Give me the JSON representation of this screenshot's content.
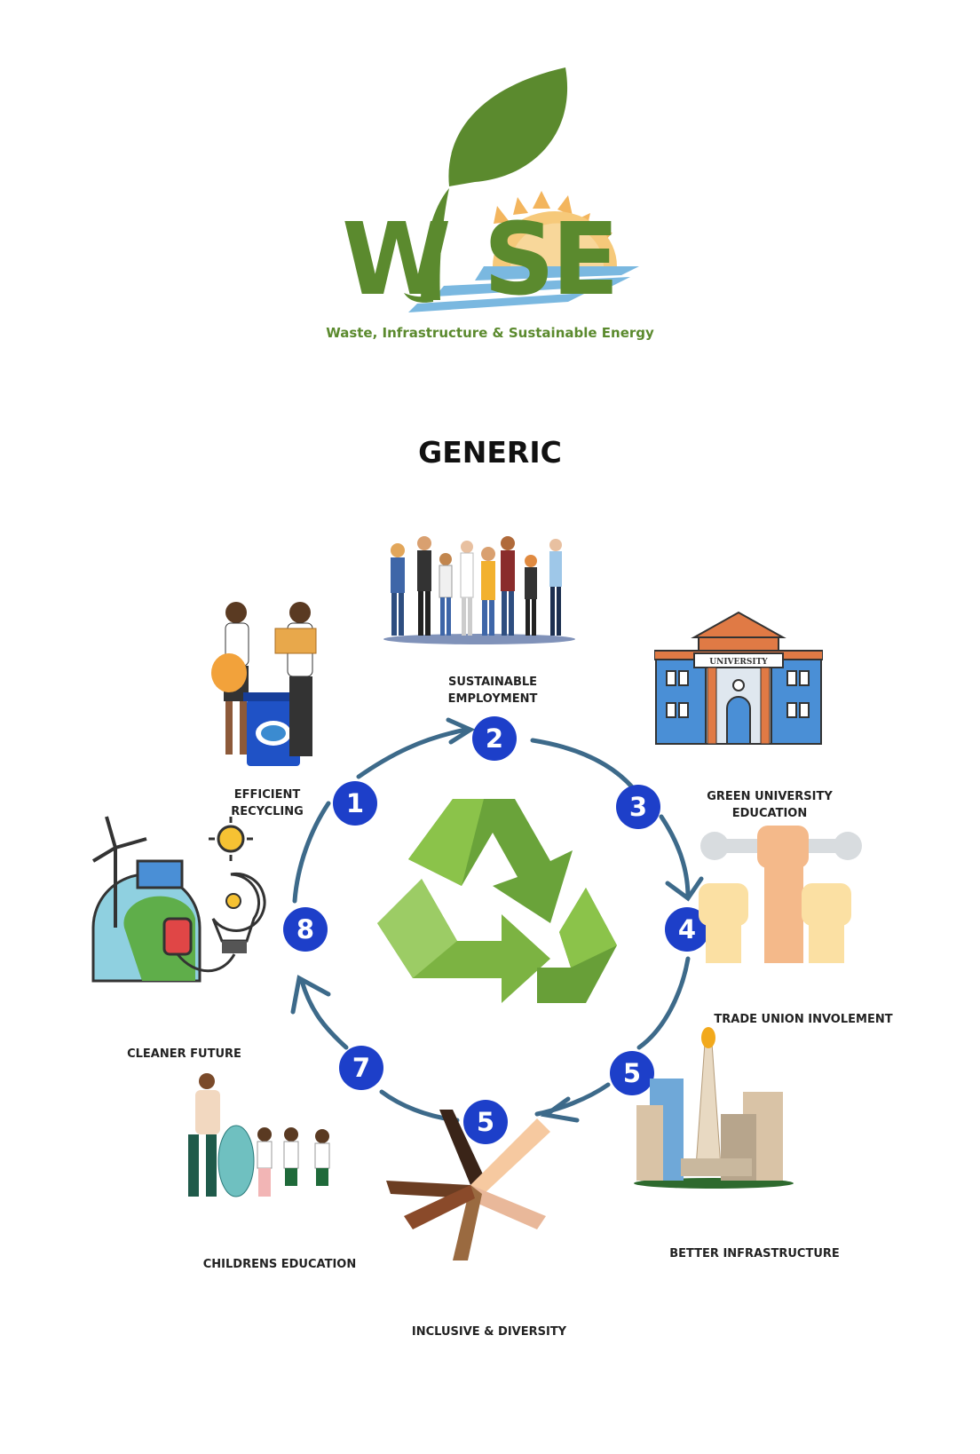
{
  "header": {
    "logo_text": "WISE",
    "tagline": "Waste, Infrastructure & Sustainable Energy",
    "brand_green": "#5b8a2e",
    "accent_orange": "#f3b55d",
    "accent_blue": "#7ab8e0"
  },
  "title": "GENERIC",
  "cycle": {
    "center_icon": "recycle-icon",
    "arrow_color": "#3d6a8a",
    "badge_color": "#1d3fc9",
    "steps": [
      {
        "number": "1",
        "caption": "EFFICIENT RECYCLING",
        "icon": "recycling-people-icon"
      },
      {
        "number": "2",
        "caption": "SUSTAINABLE EMPLOYMENT",
        "icon": "workers-icon"
      },
      {
        "number": "3",
        "caption": "GREEN UNIVERSITY EDUCATION",
        "icon": "university-icon",
        "sign": "UNIVERSITY"
      },
      {
        "number": "4",
        "caption": "TRADE UNION INVOLEMENT",
        "icon": "raised-fists-icon"
      },
      {
        "number": "5",
        "caption": "BETTER INFRASTRUCTURE",
        "icon": "city-skyline-icon"
      },
      {
        "number": "5",
        "caption": "INCLUSIVE & DIVERSITY",
        "icon": "joined-hands-icon"
      },
      {
        "number": "7",
        "caption": "CHILDRENS EDUCATION",
        "icon": "children-cleanup-icon"
      },
      {
        "number": "8",
        "caption": "CLEANER FUTURE",
        "icon": "clean-energy-icon"
      }
    ]
  }
}
